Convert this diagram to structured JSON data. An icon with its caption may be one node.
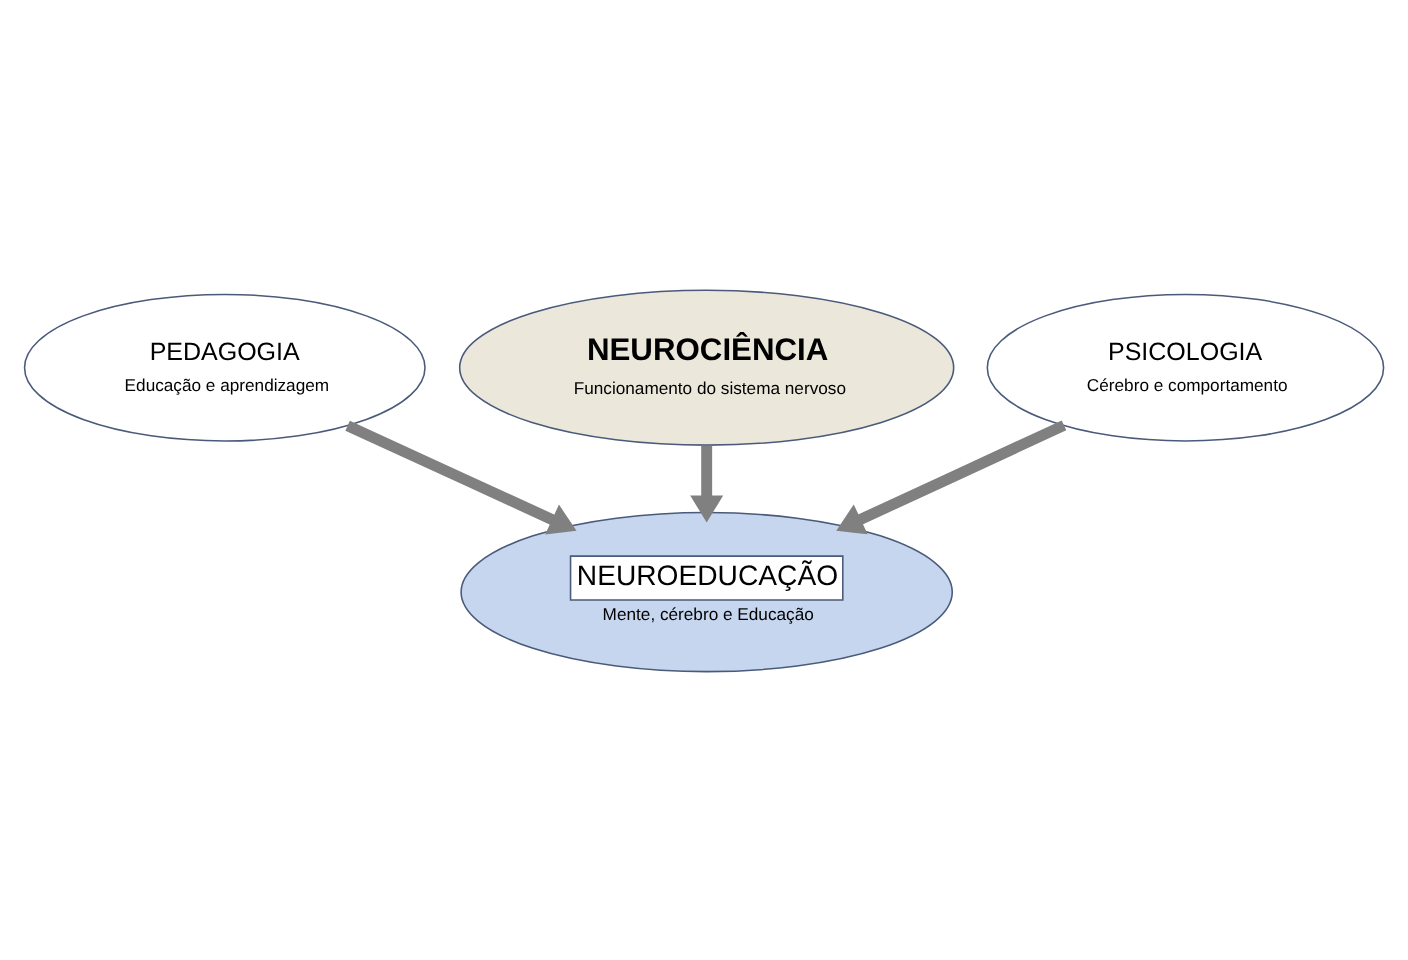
{
  "diagram": {
    "nodes": [
      {
        "text": [
          "NEUROCIÊNCIA",
          "Funcionamento do sistema nervoso"
        ]
      },
      {
        "text": [
          "PEDAGOGIA",
          "Educação e aprendizagem"
        ]
      },
      {
        "text": [
          "PSICOLOGIA",
          "Cérebro e comportamento"
        ]
      },
      {
        "text": [
          "NEUROEDUCAÇÃO",
          "Mente, cérebro e Educação"
        ]
      }
    ],
    "edges": [
      {
        "from": 1,
        "to": 3,
        "arrow": "to"
      },
      {
        "from": 0,
        "to": 3,
        "arrow": "to"
      },
      {
        "from": 2,
        "to": 3,
        "arrow": "to"
      }
    ]
  }
}
